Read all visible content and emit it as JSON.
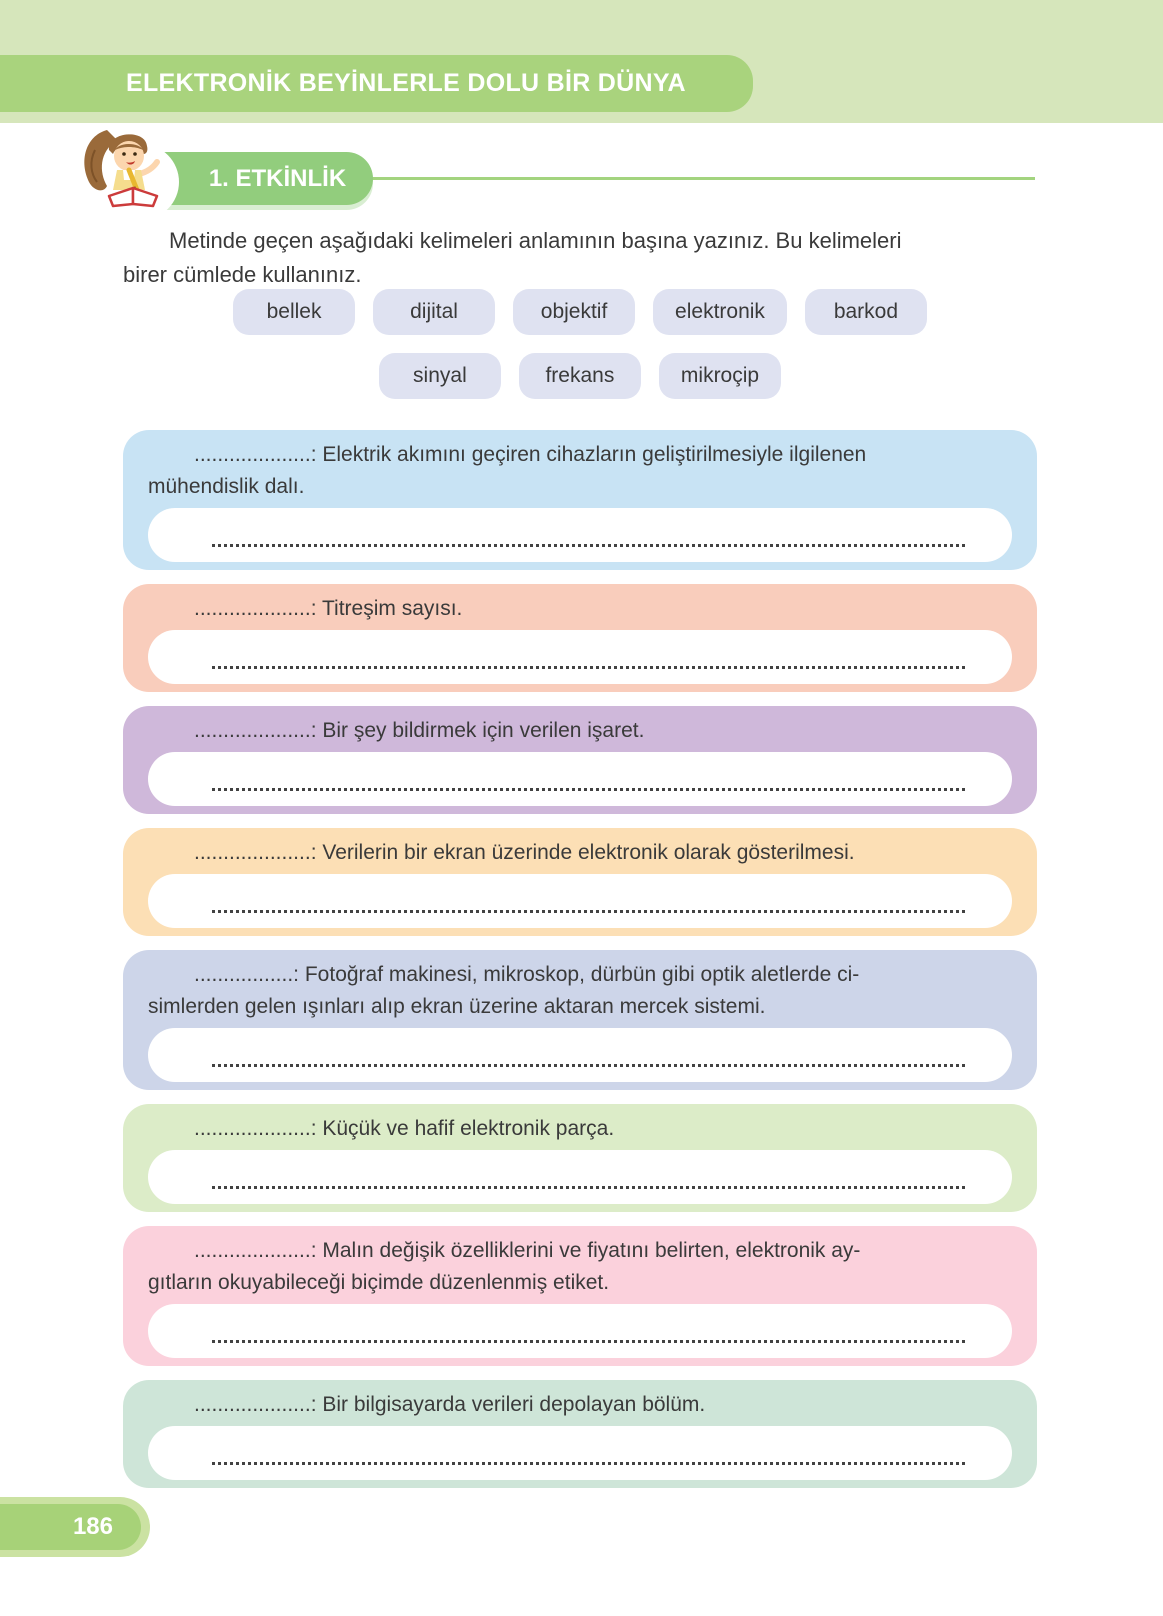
{
  "header": {
    "banner_title": "ELEKTRONİK BEYİNLERLE DOLU BİR DÜNYA"
  },
  "activity": {
    "label": "1. ETKİNLİK",
    "mascot": "girl-writing-mascot-icon"
  },
  "instructions": {
    "line1": "Metinde geçen aşağıdaki kelimeleri anlamının başına yazınız. Bu kelimeleri",
    "line2": "birer cümlede kullanınız."
  },
  "word_chips": {
    "row1": [
      "bellek",
      "dijital",
      "objektif",
      "elektronik",
      "barkod"
    ],
    "row2": [
      "sinyal",
      "frekans",
      "mikroçip"
    ]
  },
  "definitions": [
    {
      "line1": "....................: Elektrik akımını geçiren cihazların geliştirilmesiyle ilgilenen",
      "line2": "mühendislik dalı.",
      "color": "#c8e3f4"
    },
    {
      "line1": "....................: Titreşim sayısı.",
      "color": "#f9cdbc"
    },
    {
      "line1": "....................: Bir şey bildirmek için verilen işaret.",
      "color": "#cfb8da"
    },
    {
      "line1": "....................: Verilerin bir ekran üzerinde elektronik olarak gösterilmesi.",
      "color": "#fcdfb5"
    },
    {
      "line1": ".................: Fotoğraf makinesi, mikroskop, dürbün gibi optik aletlerde ci-",
      "line2": "simlerden gelen ışınları alıp ekran üzerine aktaran mercek sistemi.",
      "color": "#cdd5e9"
    },
    {
      "line1": "....................: Küçük ve hafif elektronik parça.",
      "color": "#dcecc8"
    },
    {
      "line1": "....................: Malın değişik özelliklerini ve fiyatını belirten, elektronik ay-",
      "line2": "gıtların okuyabileceği biçimde düzenlenmiş etiket.",
      "color": "#fbd1dc"
    },
    {
      "line1": "....................: Bir bilgisayarda verileri depolayan bölüm.",
      "color": "#cee5d8"
    }
  ],
  "footer": {
    "page_number": "186"
  },
  "colors": {
    "top_strip": "#d6e6bb",
    "title_bar": "#a9d37d",
    "badge_pill": "#92cd7d",
    "rule_line": "#a3d47f",
    "chip_bg": "#dfe2f1",
    "page_pill_outer": "#cbe2a2",
    "page_pill_inner": "#a7d278",
    "text": "#3a3a3a"
  }
}
